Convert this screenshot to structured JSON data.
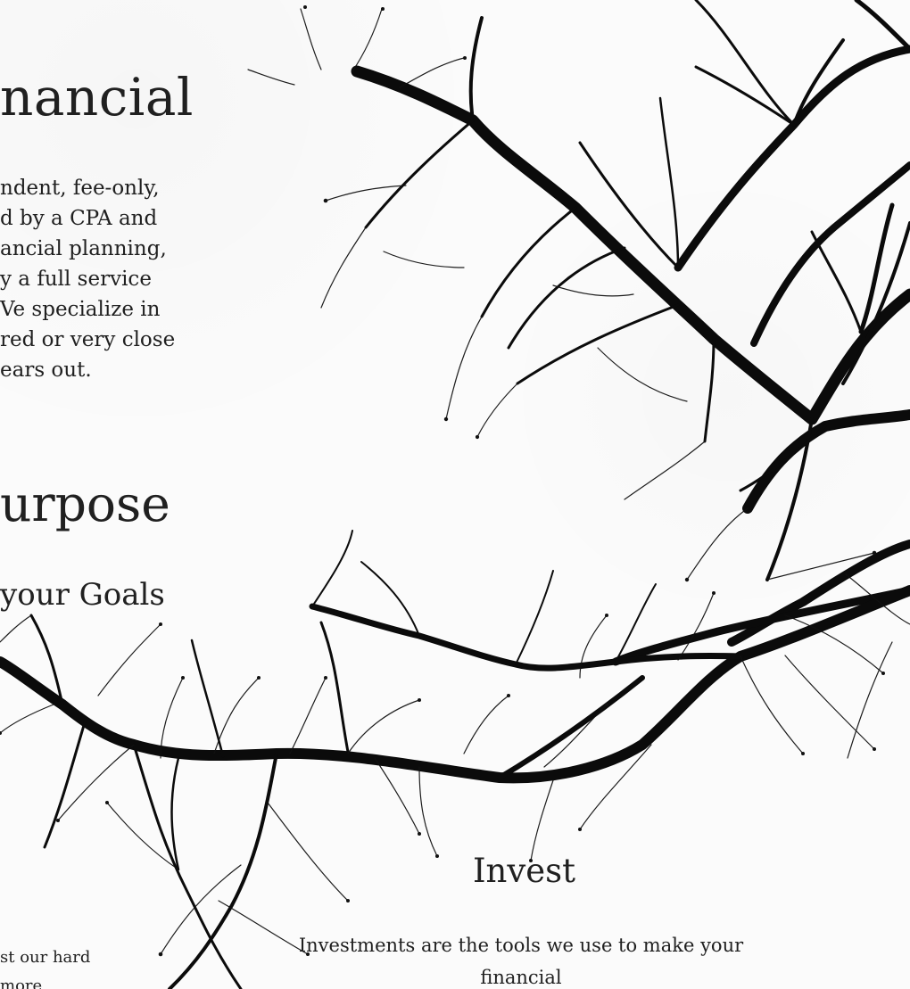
{
  "header": {
    "title_fragment": "nancial"
  },
  "intro": {
    "text": "ndent, fee-only,\nd by a CPA and\nancial planning,\ny a full service\nVe specialize in\nred or very close\nears out."
  },
  "purpose": {
    "heading_fragment": "urpose",
    "subheading_fragment": "your Goals"
  },
  "invest": {
    "title": "Invest",
    "text": "Investments are the tools we use to make your financial\nplan successful.  With your plan as the guide, we"
  },
  "lower_left": {
    "text_fragment": "st our hard\nmore"
  }
}
